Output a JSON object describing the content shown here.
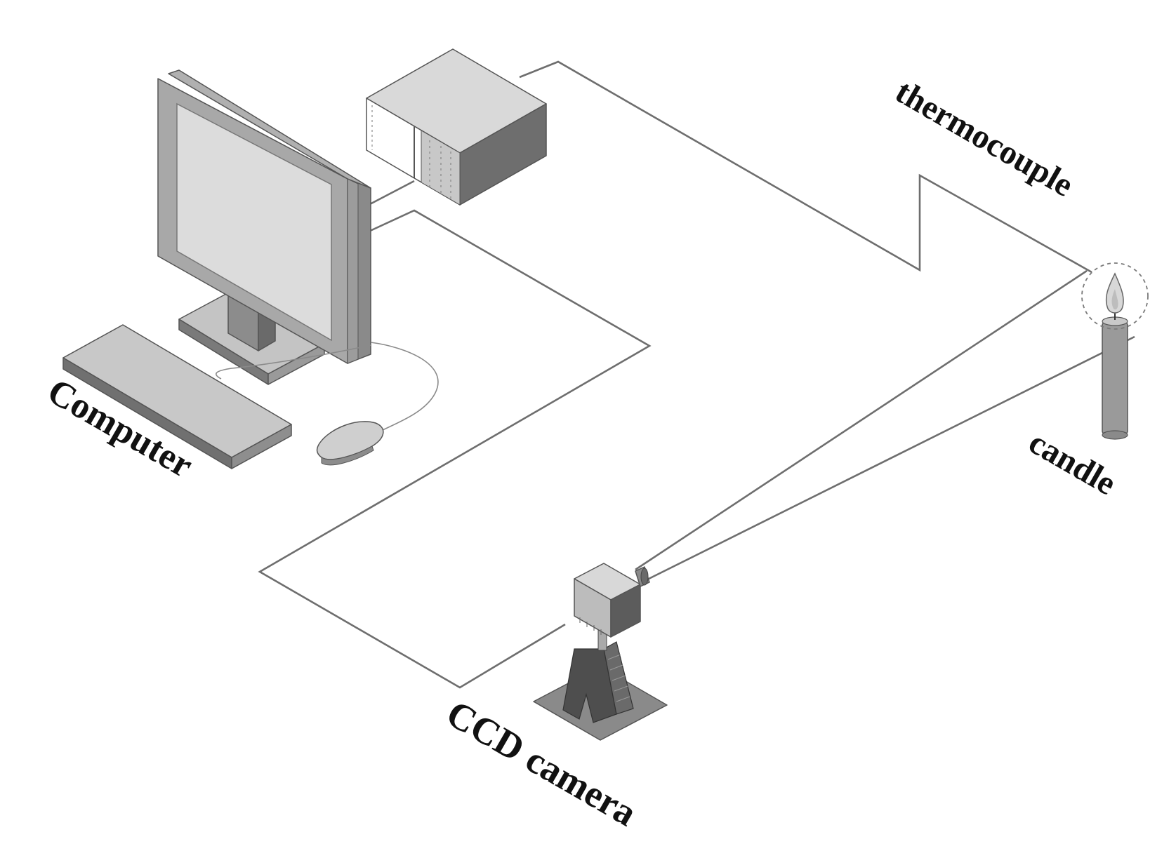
{
  "labels": {
    "computer": "Computer",
    "thermocouple": "thermocouple",
    "candle": "candle",
    "ccd_camera": "CCD camera"
  },
  "colors": {
    "background": "#ffffff",
    "wire": "#6e6e6e",
    "device_light": "#d6d6d6",
    "device_mid": "#a8a8a8",
    "device_dark": "#6f6f6f",
    "text": "#111111"
  }
}
